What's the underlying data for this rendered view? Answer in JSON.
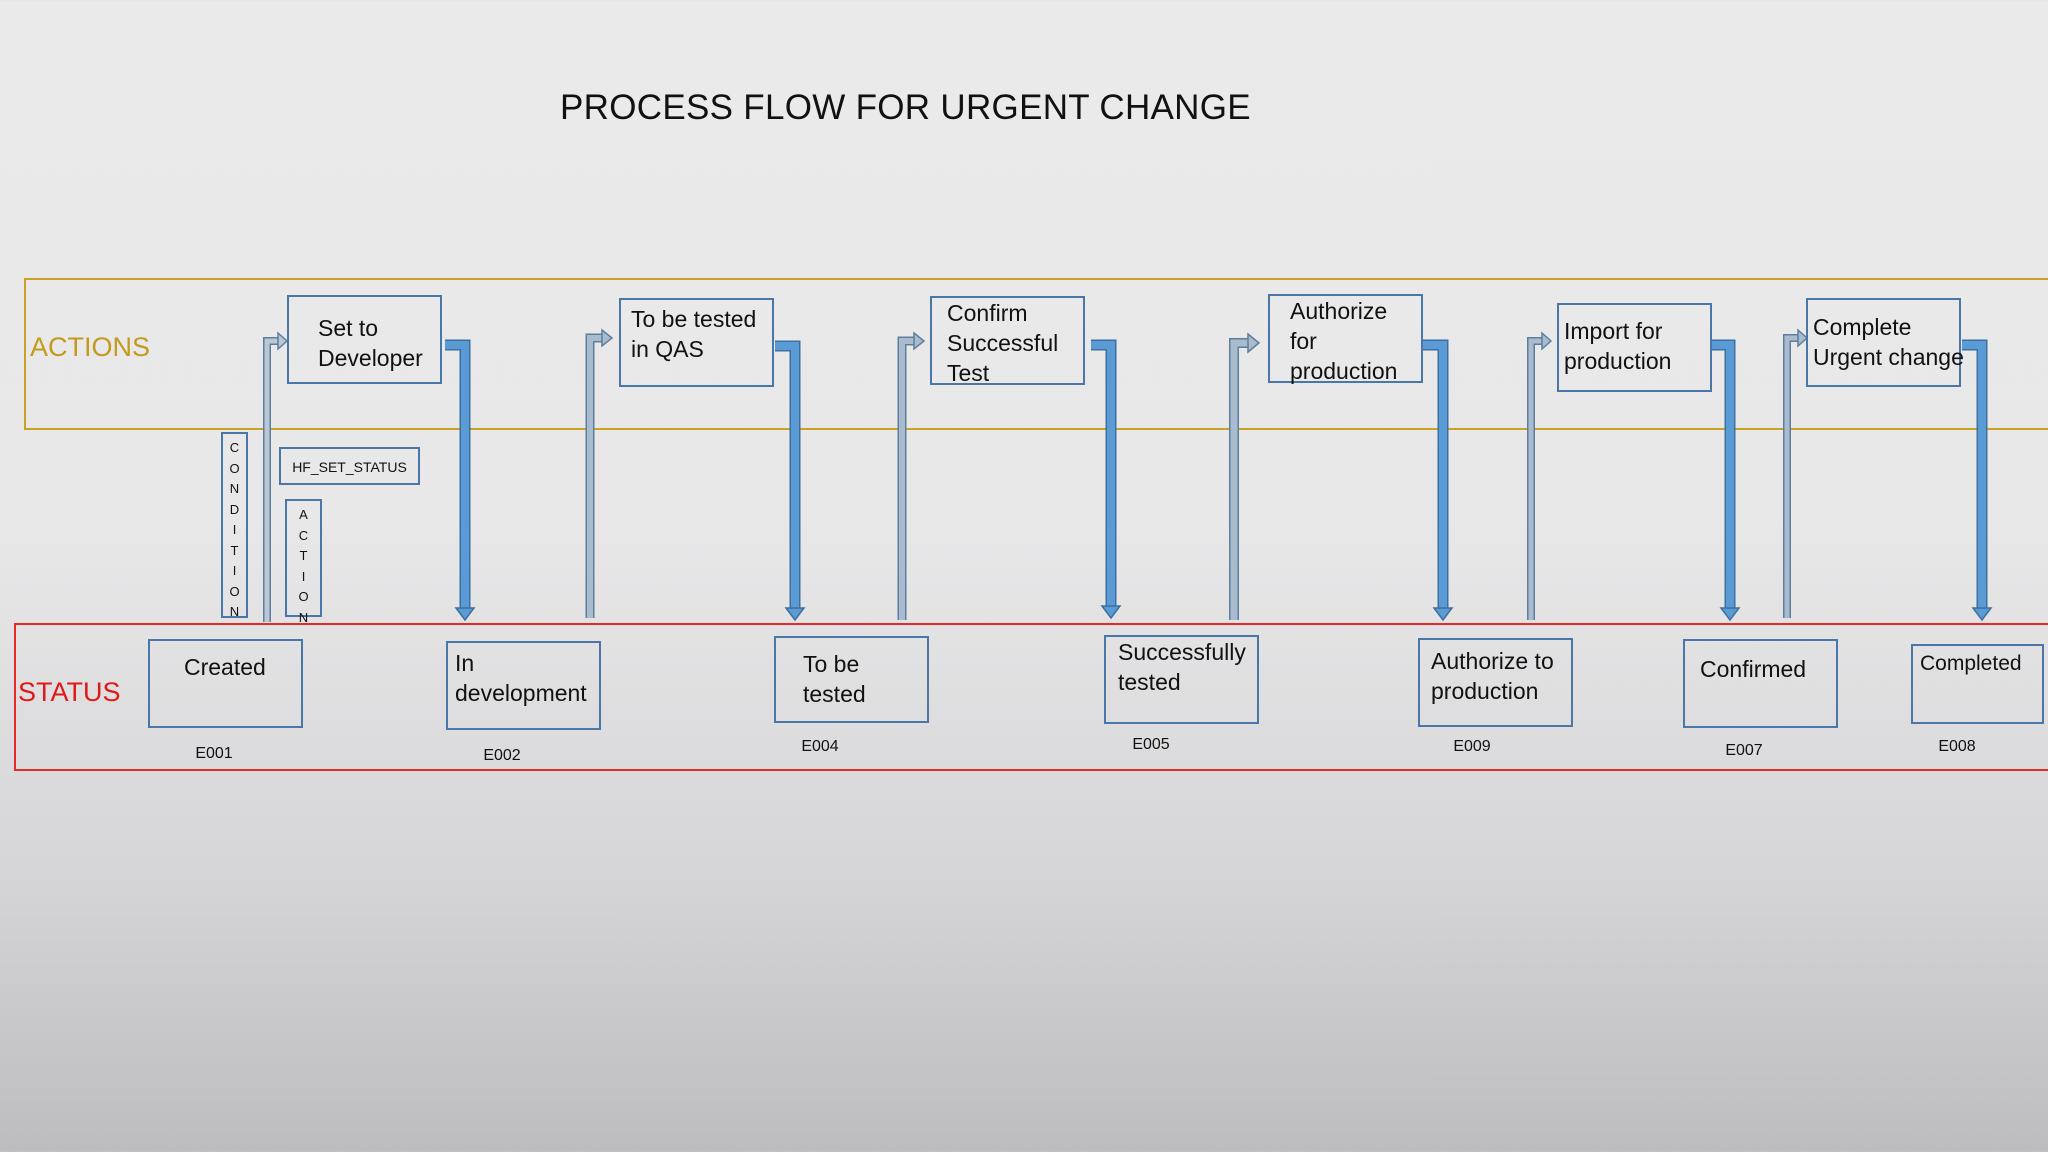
{
  "title": "PROCESS FLOW FOR URGENT CHANGE",
  "lanes": {
    "actions_label": "ACTIONS",
    "status_label": "STATUS"
  },
  "actions": [
    {
      "label": "Set to Developer"
    },
    {
      "label": "To be tested in QAS"
    },
    {
      "label": "Confirm Successful Test"
    },
    {
      "label": "Authorize for production"
    },
    {
      "label": "Import for production"
    },
    {
      "label": "Complete Urgent change"
    }
  ],
  "statuses": [
    {
      "label": "Created",
      "code": "E001"
    },
    {
      "label": "In development",
      "code": "E002"
    },
    {
      "label": "To be tested",
      "code": "E004"
    },
    {
      "label": "Successfully tested",
      "code": "E005"
    },
    {
      "label": "Authorize to production",
      "code": "E009"
    },
    {
      "label": "Confirmed",
      "code": "E007"
    },
    {
      "label": "Completed",
      "code": "E008"
    }
  ],
  "annotations": {
    "condition_letters": [
      "C",
      "O",
      "N",
      "D",
      "I",
      "T",
      "I",
      "O",
      "N"
    ],
    "action_letters": [
      "A",
      "C",
      "T",
      "I",
      "O",
      "N"
    ],
    "method": "HF_SET_STATUS"
  },
  "colors": {
    "actions_border": "#c9a227",
    "status_border": "#e62a2a",
    "box_border": "#4a77a8",
    "down_arrow": "#5b9bd5",
    "up_arrow": "#a9bccf"
  }
}
